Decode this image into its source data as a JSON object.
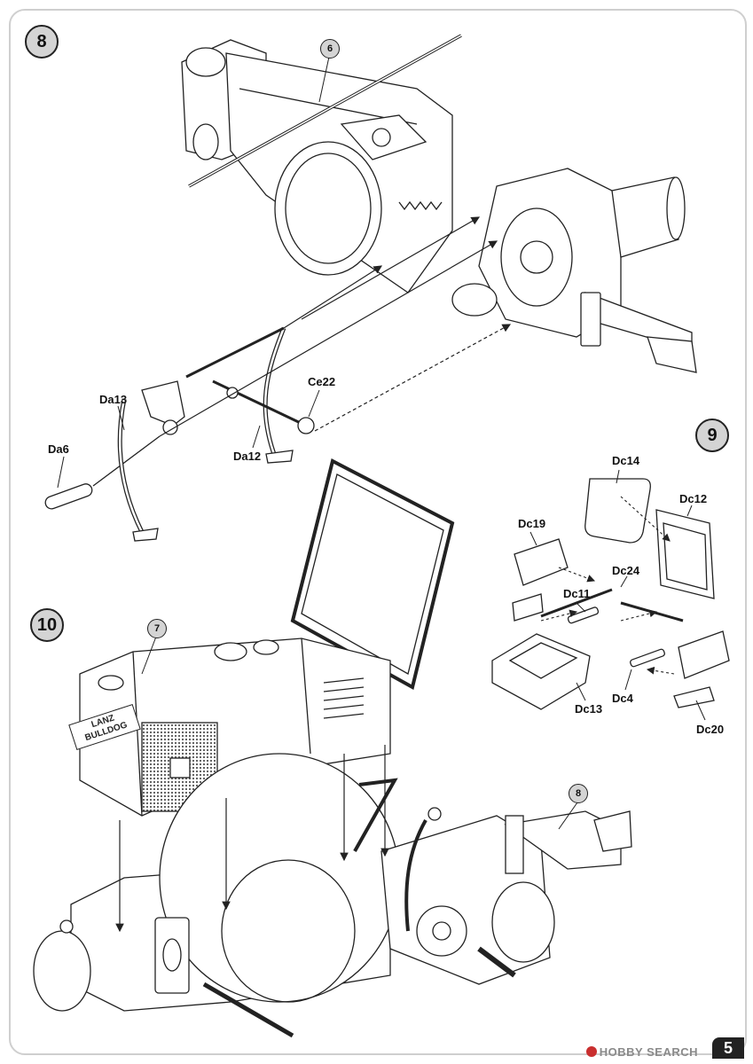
{
  "steps": {
    "s8": "8",
    "s9": "9",
    "s10": "10"
  },
  "callouts": {
    "c6": "6",
    "c7": "7",
    "c8": "8"
  },
  "parts": {
    "Da13": "Da13",
    "Da6": "Da6",
    "Da12": "Da12",
    "Ce22": "Ce22",
    "Dc14": "Dc14",
    "Dc12": "Dc12",
    "Dc19": "Dc19",
    "Dc24": "Dc24",
    "Dc11": "Dc11",
    "Dc13": "Dc13",
    "Dc4": "Dc4",
    "Dc20": "Dc20"
  },
  "engine_plate": "LANZ BULLDOG",
  "watermark": "HOBBY SEARCH",
  "page_number": "5",
  "colors": {
    "line": "#222222",
    "badge": "#d4d4d4",
    "grille": "#555555"
  }
}
